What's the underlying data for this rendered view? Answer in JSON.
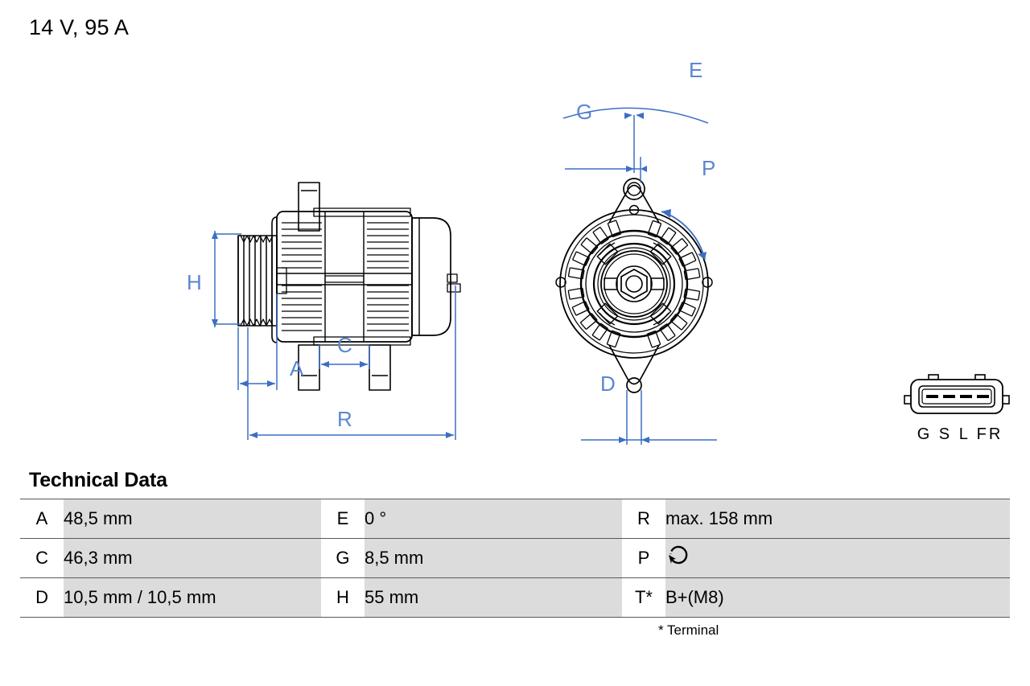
{
  "header": {
    "title": "14 V, 95 A"
  },
  "drawing": {
    "side_view": {
      "name": "alternator-side-view",
      "dimension_labels": [
        "H",
        "A",
        "C",
        "R"
      ]
    },
    "front_view": {
      "name": "alternator-front-view",
      "dimension_labels": [
        "E",
        "G",
        "P",
        "D"
      ]
    },
    "labels": {
      "H": "H",
      "A": "A",
      "C": "C",
      "R": "R",
      "E": "E",
      "G": "G",
      "P": "P",
      "D": "D"
    }
  },
  "connector": {
    "name": "plug-connector",
    "pins": "G  S  L  FR",
    "pin_list": [
      "G",
      "S",
      "L",
      "FR"
    ]
  },
  "tech": {
    "heading": "Technical Data",
    "footnote": "* Terminal",
    "rows": [
      {
        "k1": "A",
        "v1": "48,5 mm",
        "k2": "E",
        "v2": "0 °",
        "k3": "R",
        "v3": "max. 158 mm"
      },
      {
        "k1": "C",
        "v1": "46,3 mm",
        "k2": "G",
        "v2": "8,5 mm",
        "k3": "P",
        "v3": ""
      },
      {
        "k1": "D",
        "v1": "10,5 mm / 10,5 mm",
        "k2": "H",
        "v2": "55 mm",
        "k3": "T*",
        "v3": "B+(M8)"
      }
    ]
  },
  "colors": {
    "dimension_blue": "#3a6fc4",
    "label_blue": "#5b86d0",
    "cell_gray": "#dcdcdc",
    "rule_gray": "#58595b"
  }
}
